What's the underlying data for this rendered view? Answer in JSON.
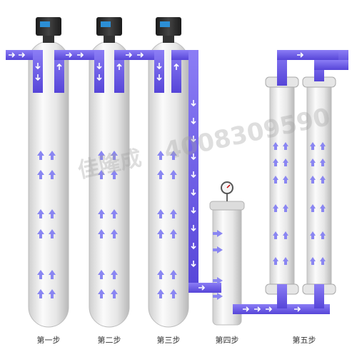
{
  "watermark": {
    "brand": "佳隆成",
    "phone": "4008309590"
  },
  "steps": [
    {
      "label": "第一步"
    },
    {
      "label": "第二步"
    },
    {
      "label": "第三步"
    },
    {
      "label": "第四步"
    },
    {
      "label": "第五步"
    }
  ],
  "colors": {
    "pipe": "#6e5ee6",
    "arrow": "#ffffff",
    "tank_highlight": "#f2f2f2",
    "tank_shadow": "#bdbdbd",
    "flow_arrow": "#8a86f2",
    "control_head": "#2b2b2b",
    "display": "#2c8fd6"
  }
}
